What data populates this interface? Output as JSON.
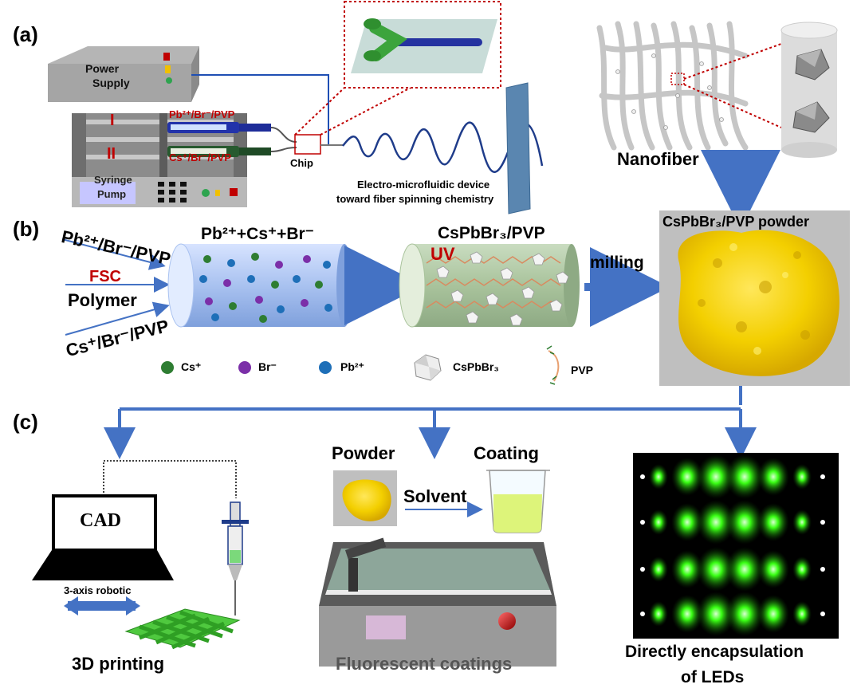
{
  "panels": {
    "a": "(a)",
    "b": "(b)",
    "c": "(c)"
  },
  "device": {
    "power_supply": [
      "Power",
      "Supply"
    ],
    "channel_1": "I",
    "channel_2": "II",
    "reagent_1": "Pb²⁺/Br⁻/PVP",
    "reagent_2": "Cs⁺/Br⁻/PVP",
    "syringe_pump": [
      "Syringe",
      "Pump"
    ],
    "chip": "Chip",
    "caption": [
      "Electro-microfluidic device",
      "toward fiber spinning chemistry"
    ]
  },
  "nanofiber_label": "Nanofiber",
  "reaction": {
    "input_1": "Pb²⁺/Br⁻/PVP",
    "fsc": "FSC",
    "polymer": "Polymer",
    "input_3": "Cs⁺/Br⁻/PVP",
    "tube_1_title": "Pb²⁺+Cs⁺+Br⁻",
    "tube_2_title": "CsPbBr₃/PVP",
    "uv": "UV",
    "milling": "milling",
    "powder_title": "CsPbBr₃/PVP powder"
  },
  "legend": [
    {
      "label": "Cs⁺",
      "color": "#2e7d32"
    },
    {
      "label": "Br⁻",
      "color": "#7b2fa8"
    },
    {
      "label": "Pb²⁺",
      "color": "#1e6fb8"
    },
    {
      "label": "CsPbBr₃",
      "color": "#e0e0e0"
    },
    {
      "label": "PVP",
      "color": "#e8a070"
    }
  ],
  "printing": {
    "cad": "CAD",
    "robotic": "3-axis robotic",
    "label": "3D printing"
  },
  "coating": {
    "powder": "Powder",
    "coating": "Coating",
    "solvent": "Solvent",
    "label": "Fluorescent coatings"
  },
  "leds": {
    "label": [
      "Directly encapsulation",
      "of LEDs"
    ]
  },
  "colors": {
    "arrow": "#4472c4",
    "particle_yellow": "#f5d000",
    "led_green": "#39ff14"
  }
}
